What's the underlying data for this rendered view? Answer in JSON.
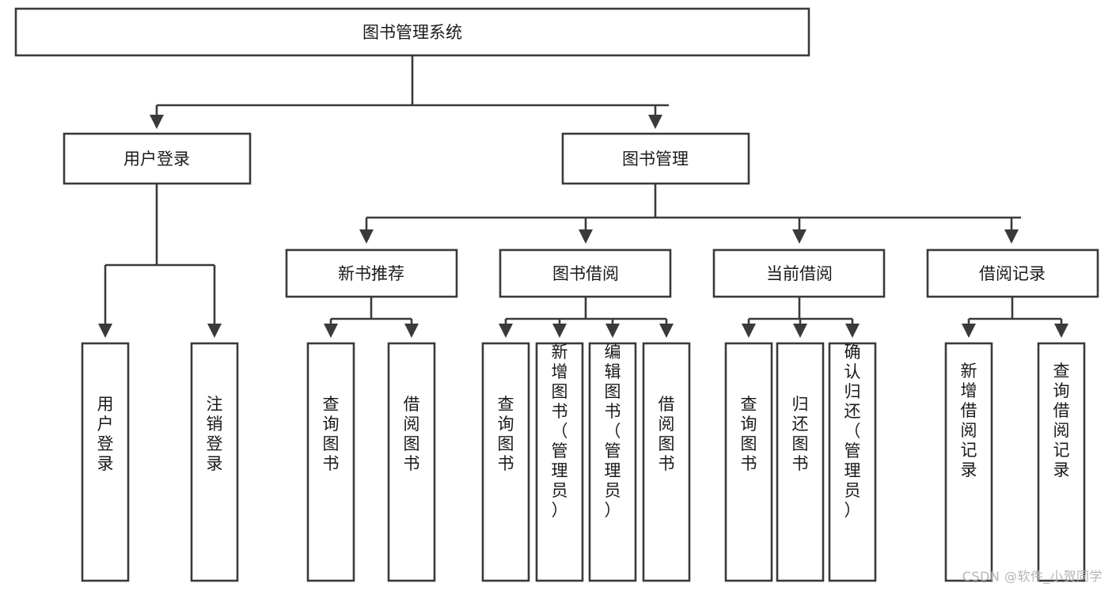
{
  "diagram": {
    "title": "图书管理系统",
    "type": "tree-hierarchy-diagram",
    "root": {
      "id": "root",
      "label": "图书管理系统",
      "level": 0
    },
    "level2": [
      {
        "id": "user-login",
        "label": "用户登录"
      },
      {
        "id": "book-management",
        "label": "图书管理"
      }
    ],
    "level3": [
      {
        "id": "new-book-recommend",
        "label": "新书推荐",
        "parent": "book-management"
      },
      {
        "id": "book-borrow",
        "label": "图书借阅",
        "parent": "book-management"
      },
      {
        "id": "current-borrow",
        "label": "当前借阅",
        "parent": "book-management"
      },
      {
        "id": "borrow-record",
        "label": "借阅记录",
        "parent": "book-management"
      }
    ],
    "leaves": [
      {
        "id": "leaf-user-login",
        "label": "用户登录",
        "parent": "user-login"
      },
      {
        "id": "leaf-logout-login",
        "label": "注销登录",
        "parent": "user-login"
      },
      {
        "id": "leaf-query-book-1",
        "label": "查询图书",
        "parent": "new-book-recommend"
      },
      {
        "id": "leaf-borrow-book-1",
        "label": "借阅图书",
        "parent": "new-book-recommend"
      },
      {
        "id": "leaf-query-book-2",
        "label": "查询图书",
        "parent": "book-borrow"
      },
      {
        "id": "leaf-add-book",
        "label": "新增图书（管理员）",
        "parent": "book-borrow"
      },
      {
        "id": "leaf-edit-book",
        "label": "编辑图书（管理员）",
        "parent": "book-borrow"
      },
      {
        "id": "leaf-borrow-book-2",
        "label": "借阅图书",
        "parent": "book-borrow"
      },
      {
        "id": "leaf-query-book-3",
        "label": "查询图书",
        "parent": "current-borrow"
      },
      {
        "id": "leaf-return-book",
        "label": "归还图书",
        "parent": "current-borrow"
      },
      {
        "id": "leaf-confirm-return",
        "label": "确认归还（管理员）",
        "parent": "current-borrow"
      },
      {
        "id": "leaf-add-record",
        "label": "新增借阅记录",
        "parent": "borrow-record"
      },
      {
        "id": "leaf-query-record",
        "label": "查询借阅记录",
        "parent": "borrow-record"
      }
    ]
  },
  "watermark": {
    "text": "CSDN @软件_小贺同学"
  },
  "colors": {
    "box_stroke": "#3a3a3a",
    "box_fill": "#ffffff",
    "text": "#1a1a1a",
    "background": "#ffffff",
    "watermark": "#b5b5b5"
  }
}
